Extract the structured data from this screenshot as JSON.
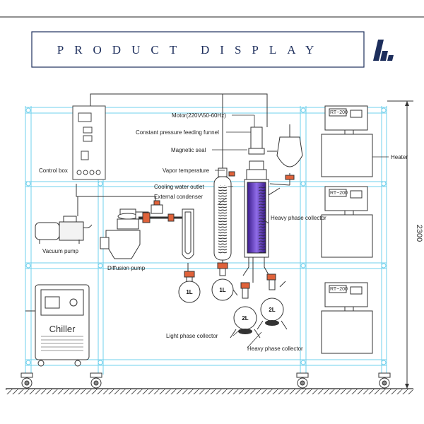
{
  "header": {
    "title": "PRODUCT DISPLAY"
  },
  "labels": {
    "motor": "Motor(220V\\50-60Hz)",
    "feeding_funnel": "Constant pressure feeding funnel",
    "magnetic_seal": "Magnetic seal",
    "vapor_temperature": "Vapor temperature",
    "cooling_water_outlet": "Cooling water outlet",
    "external_condenser": "External condenser",
    "heavy_phase_collector_side": "Heavy phase collector",
    "heavy_phase_collector_bottom": "Heavy phase collector",
    "light_phase_collector": "Light phase collector",
    "control_box": "Control box",
    "vacuum_pump": "Vacuum pump",
    "diffusion_pump": "Diffusion pump",
    "heater": "Heater",
    "chiller": "Chiller"
  },
  "heaters": [
    {
      "display": "RT~200"
    },
    {
      "display": "RT~200"
    },
    {
      "display": "RT~200"
    }
  ],
  "flasks": {
    "f1": "1L",
    "f2": "1L",
    "f3": "2L",
    "f4": "2L"
  },
  "dimension": "2300",
  "colors": {
    "frame": "#6fd0ec",
    "title": "#1d2e5c",
    "valve": "#e0623a",
    "column": "#7b4fd0"
  }
}
